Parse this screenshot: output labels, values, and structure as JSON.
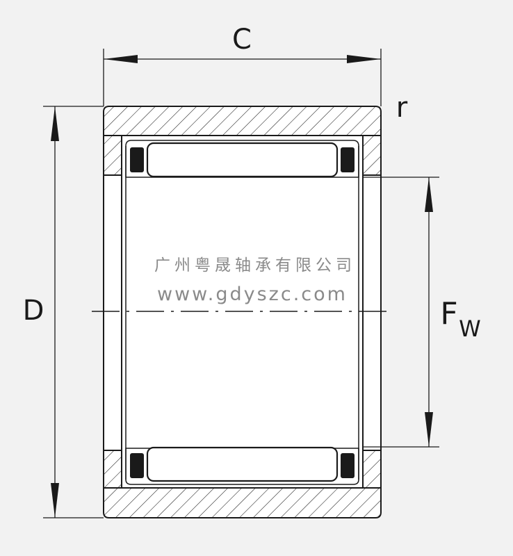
{
  "labels": {
    "width": "C",
    "radius": "r",
    "outer_diameter": "D",
    "shaft_diameter_main": "F",
    "shaft_diameter_sub": "W"
  },
  "watermark": {
    "company": "广州粤晟轴承有限公司",
    "website": "www.gdyszc.com"
  },
  "colors": {
    "background": "#f2f2f2",
    "line": "#1a1a1a",
    "watermark": "#8a8a8a"
  }
}
